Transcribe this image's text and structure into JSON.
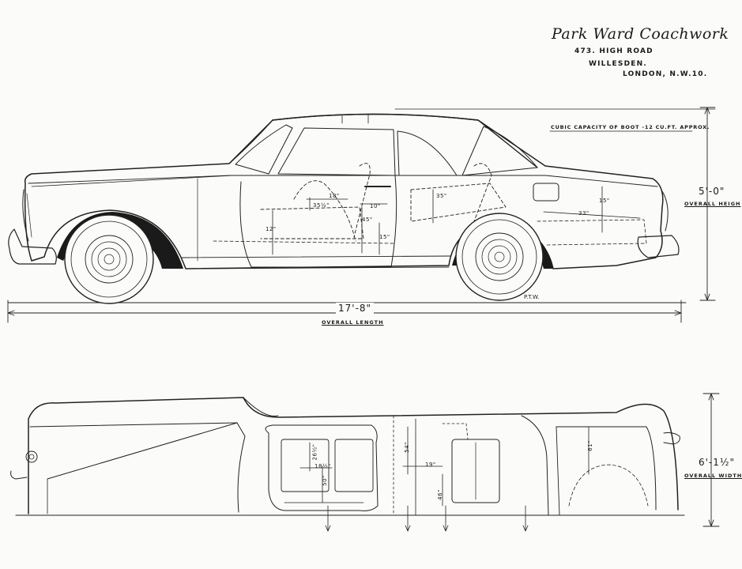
{
  "header": {
    "maker": "Park Ward Coachwork",
    "address_line1": "473. HIGH ROAD",
    "address_line2": "WILLESDEN.",
    "address_line3": "LONDON, N.W.10."
  },
  "side_view": {
    "boot_note": "CUBIC CAPACITY OF BOOT -12 CU.FT. APPROX.",
    "height_value": "5'-0\"",
    "height_caption": "OVERALL HEIGH",
    "length_value": "17'-8\"",
    "length_caption": "OVERALL LENGTH",
    "initials": "P.T.W.",
    "interior_dims": [
      "18\"",
      "35½\"",
      "10\"",
      "45\"",
      "12\"",
      "15\"",
      "35\"",
      "15\"",
      "33\""
    ]
  },
  "plan_view": {
    "width_value": "6'-1½\"",
    "width_caption": "OVERALL WIDTH",
    "interior_dims": [
      "26½\"",
      "18½\"",
      "50\"",
      "54\"",
      "19\"",
      "46\"",
      "61\""
    ]
  }
}
